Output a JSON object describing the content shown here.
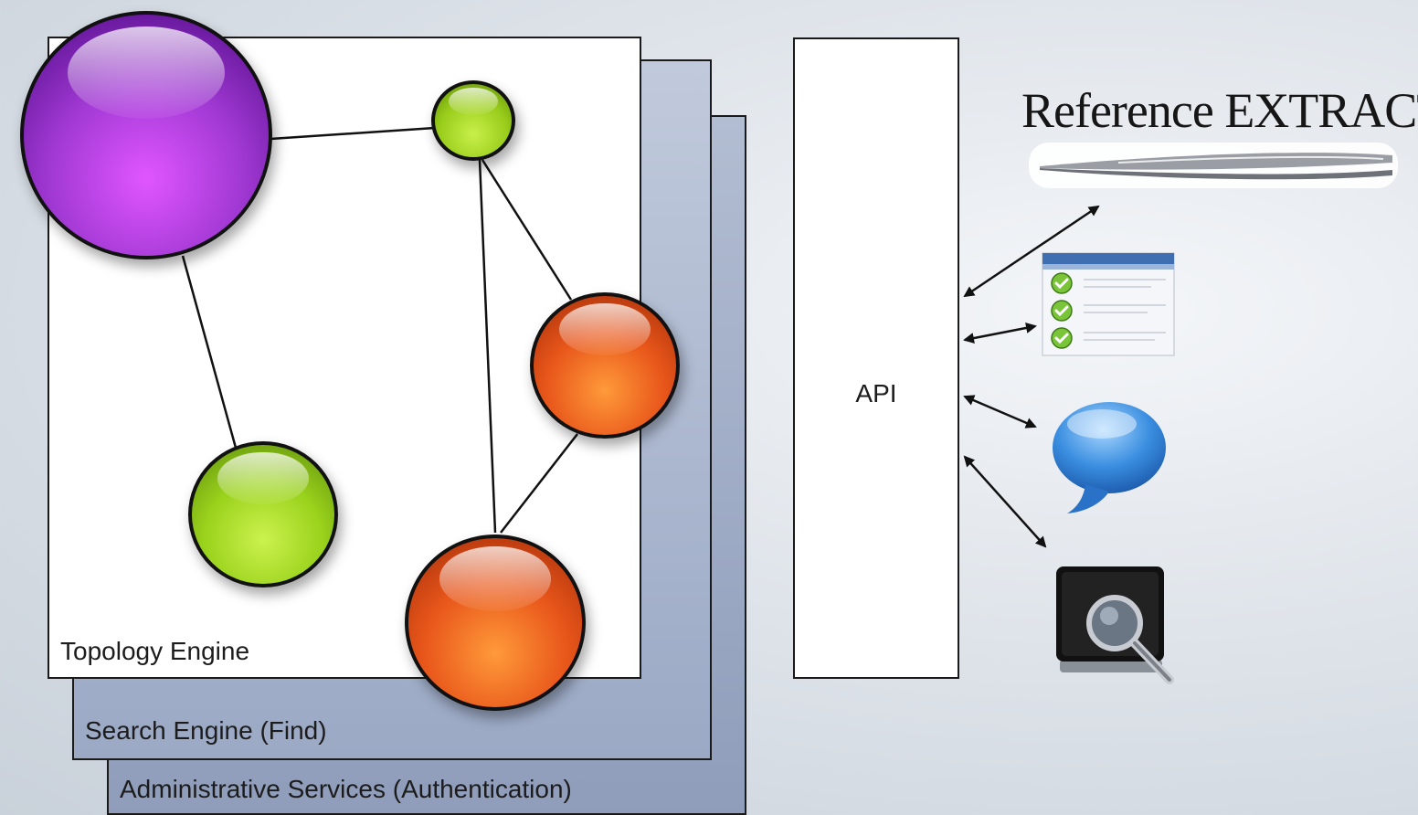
{
  "diagram": {
    "layers": {
      "administrative": "Administrative Services (Authentication)",
      "search": "Search Engine (Find)",
      "topology": "Topology Engine"
    },
    "api_label": "API",
    "reference_title": "Reference EXTRACT",
    "icons": [
      "tweezers-icon",
      "checklist-window-icon",
      "speech-bubble-icon",
      "search-terminal-icon"
    ],
    "colors": {
      "node_purple": "#b040e0",
      "node_green": "#a6dc1e",
      "node_orange": "#e85a18",
      "speech_blue": "#3a8ee0",
      "layer_blue": "#9ba9c5"
    }
  }
}
